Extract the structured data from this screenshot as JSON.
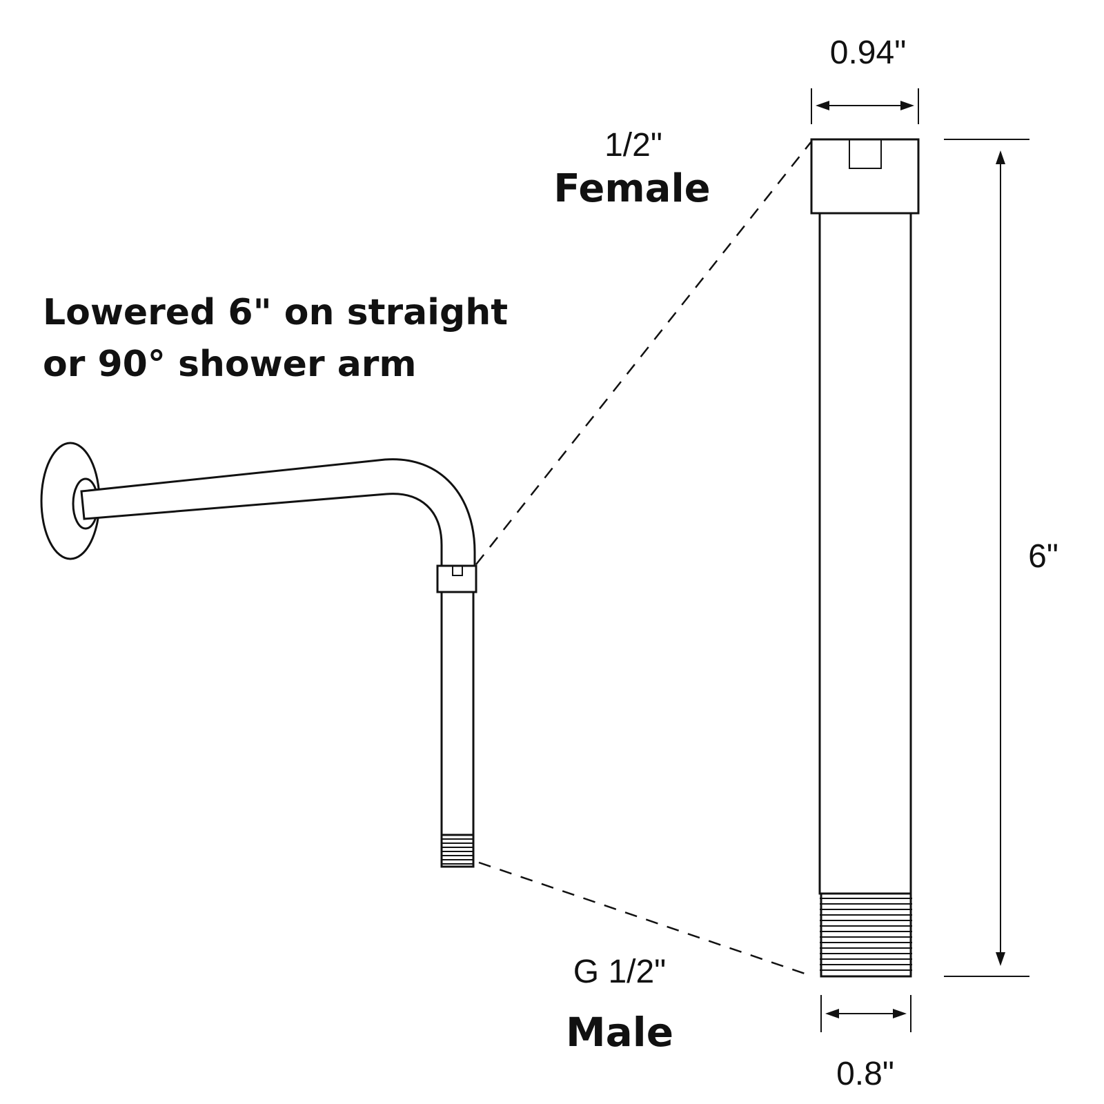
{
  "headline": {
    "line1": "Lowered 6\" on straight",
    "line2": "or 90° shower arm"
  },
  "dimensions": {
    "top_width": "0.94\"",
    "bottom_width": "0.8\"",
    "length": "6\""
  },
  "labels": {
    "female_size": "1/2\"",
    "female_type": "Female",
    "male_size": "G 1/2\"",
    "male_type": "Male"
  },
  "colors": {
    "line": "#111111",
    "background": "#ffffff"
  }
}
